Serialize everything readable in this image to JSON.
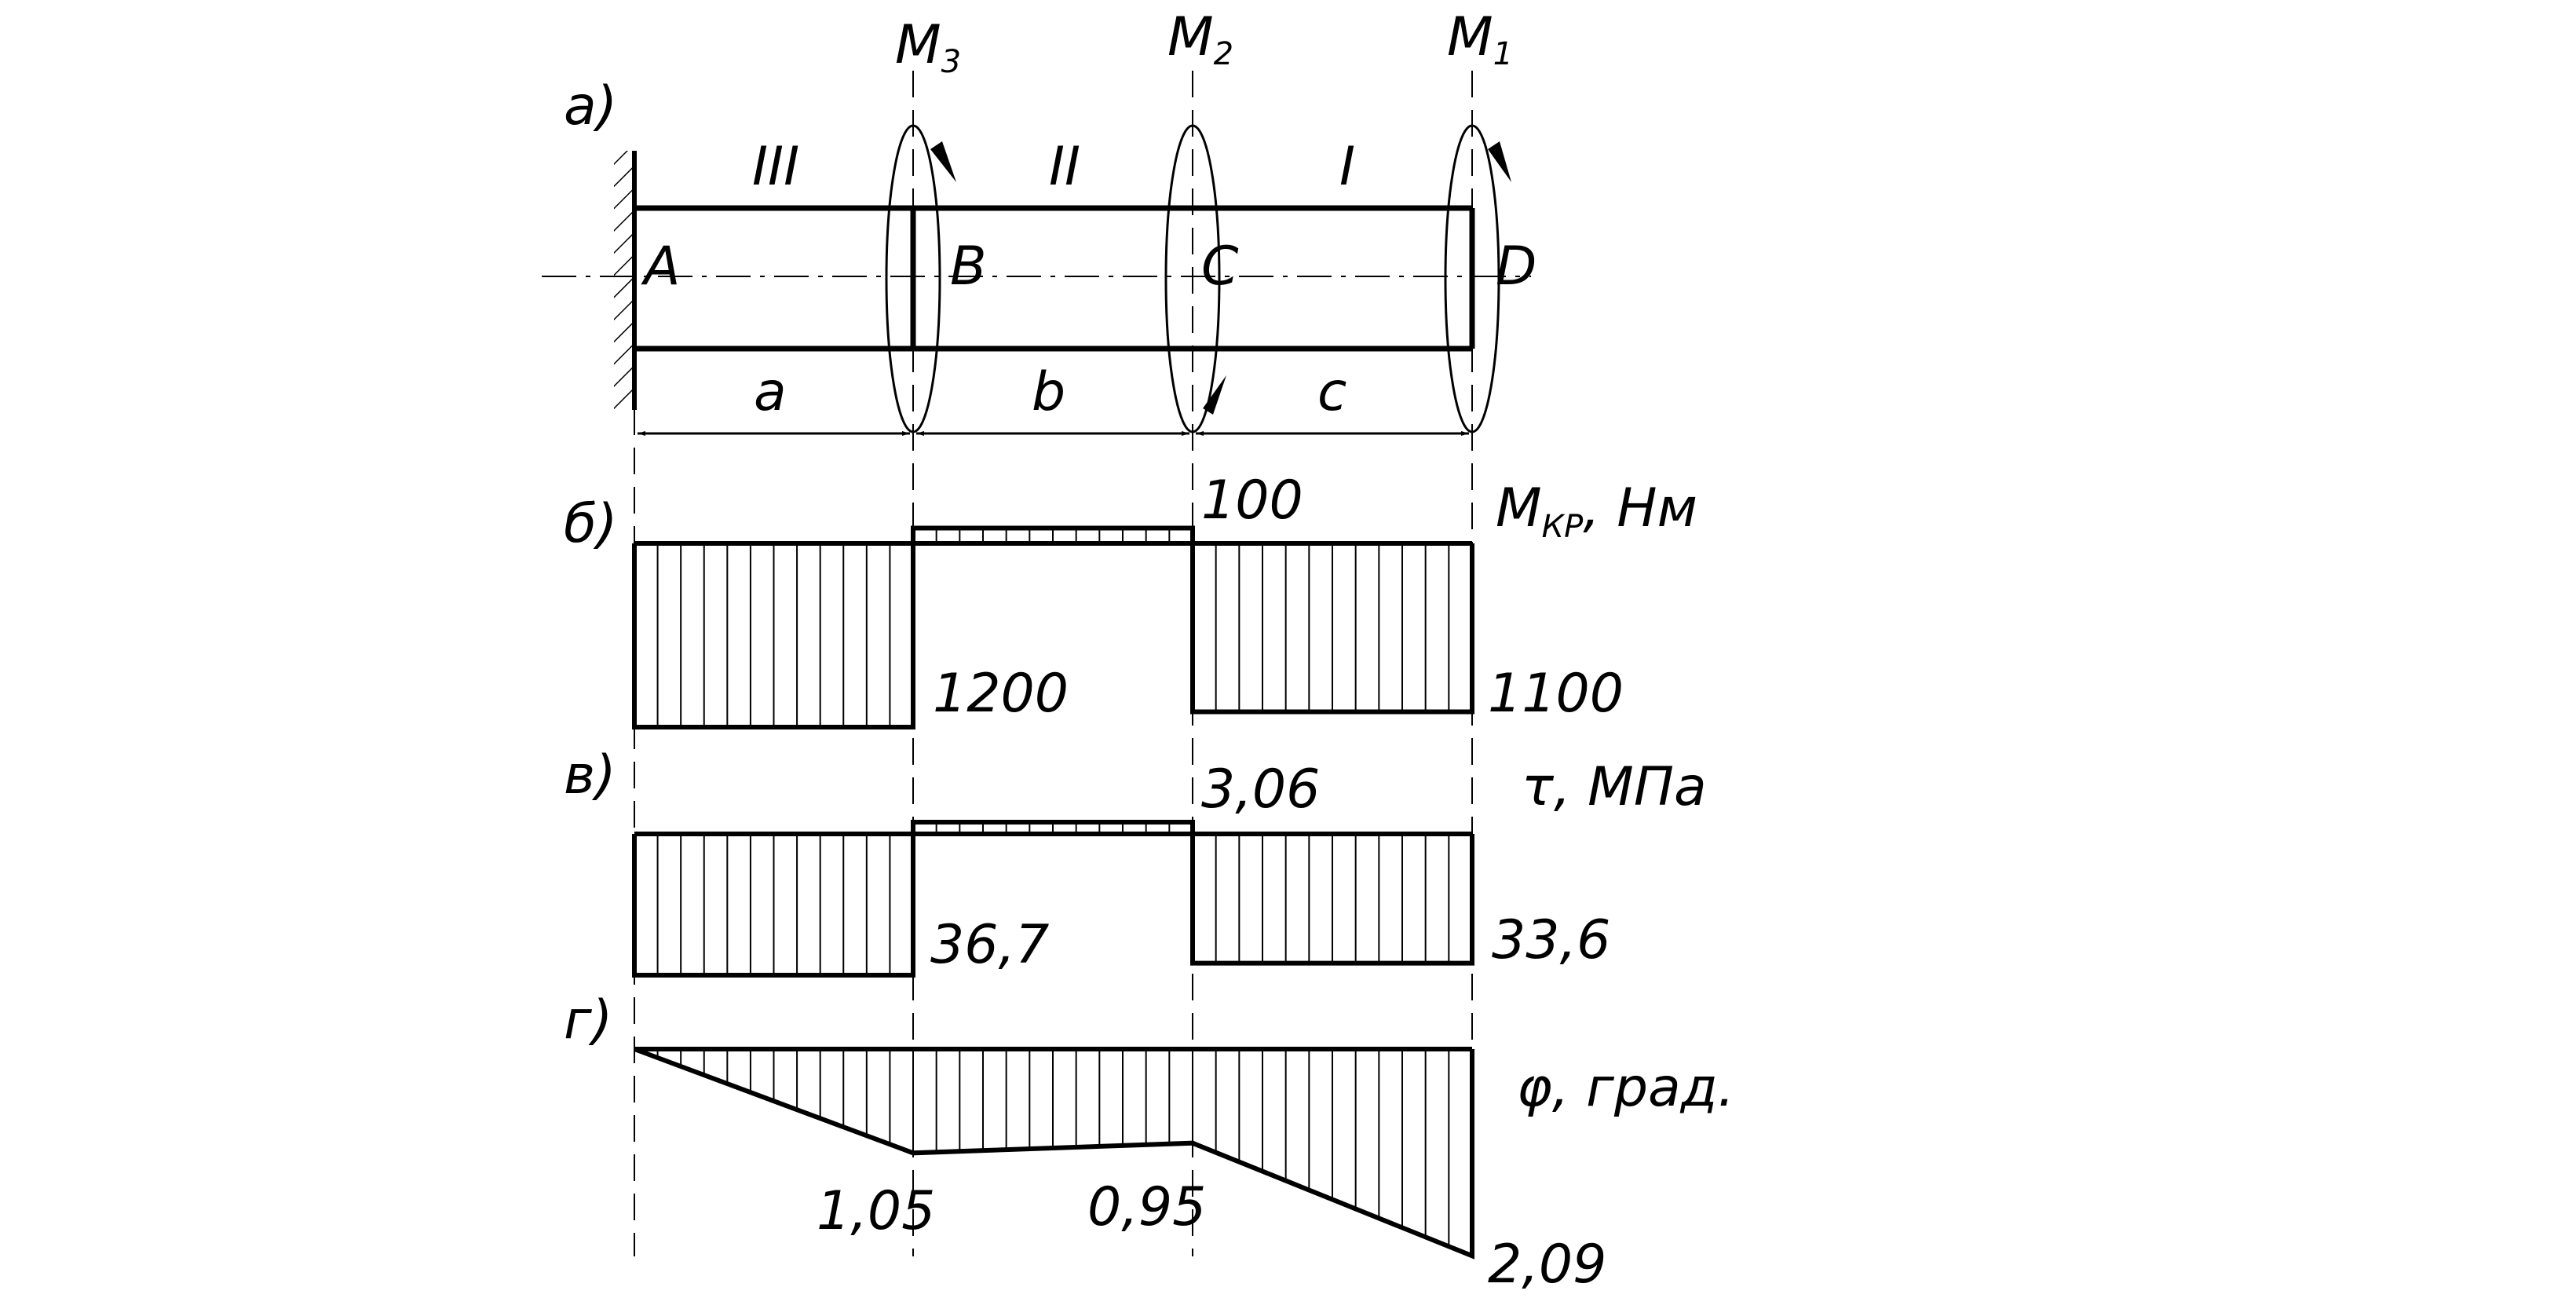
{
  "panels": {
    "a": "а)",
    "b": "б)",
    "v": "в)",
    "g": "г)"
  },
  "moments": [
    {
      "main": "M",
      "sub": "3"
    },
    {
      "main": "M",
      "sub": "2"
    },
    {
      "main": "M",
      "sub": "1"
    }
  ],
  "sections": [
    "III",
    "II",
    "I"
  ],
  "points": [
    "A",
    "B",
    "C",
    "D"
  ],
  "lengths": [
    "a",
    "b",
    "c"
  ],
  "torque": {
    "unit_main": "M",
    "unit_sub": "КР",
    "unit_rest": ", Нм",
    "labels": [
      "100",
      "1200",
      "1100"
    ],
    "values": [
      -1200,
      100,
      -1100
    ]
  },
  "stress": {
    "unit": "τ, МПа",
    "labels": [
      "3,06",
      "36,7",
      "33,6"
    ],
    "values": [
      -36.7,
      3.06,
      -33.6
    ]
  },
  "angle": {
    "unit": "φ, град.",
    "labels": [
      "1,05",
      "0,95",
      "2,09"
    ],
    "values": [
      0,
      -1.05,
      -0.95,
      -2.09
    ]
  }
}
